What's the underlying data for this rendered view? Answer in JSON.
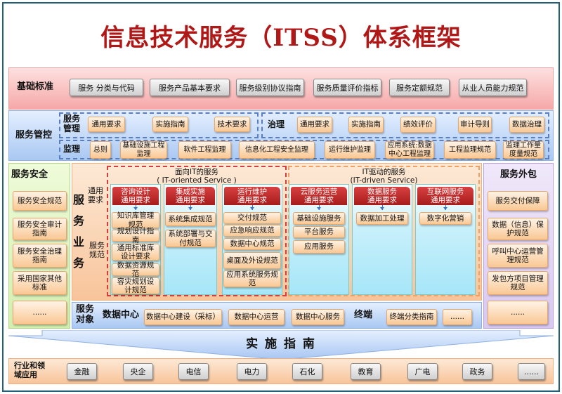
{
  "title": "信息技术服务（ITSS）体系框架",
  "foundation": {
    "label": "基础标准",
    "items": [
      "服务 分类与代码",
      "服务产品基本要求",
      "服务级别协议指南",
      "服务质量评价指标",
      "服务定额规范",
      "从业人员能力规范"
    ]
  },
  "control": {
    "label": "服务管控",
    "management": {
      "label": "服务管理",
      "items": [
        "通用要求",
        "实施指南",
        "技术要求"
      ]
    },
    "governance": {
      "label": "治理",
      "items": [
        "通用要求",
        "实施指南",
        "绩效评价",
        "审计导则",
        "数据治理"
      ]
    },
    "supervision": {
      "label": "监理",
      "items": [
        "总则",
        "基础设施工程监理",
        "软件工程监理",
        "信息化工程安全监理",
        "运行维护监理",
        "应用系统:数据中心工程监理",
        "工程监理规范",
        "监理工作量度量规范"
      ]
    }
  },
  "security": {
    "title": "服务安全",
    "items": [
      "服务安全规范",
      "服务安全审计指南",
      "服务安全治理指南",
      "采用国家其他标准",
      "......"
    ]
  },
  "business": {
    "label": "服务业务",
    "general_label": "通用要求",
    "spec_label": "服务规范",
    "it_oriented": {
      "title": "面向IT的服务",
      "subtitle": "( IT-oriented Service )",
      "columns": [
        {
          "header": "咨询设计\n通用要求",
          "items": [
            "知识库管理规范",
            "规划设计指南",
            "通用标准库设计要求",
            "数据资源规范",
            "容灾规划设计规范"
          ]
        },
        {
          "header": "集成实施\n通用要求",
          "items": [
            "系统集成规范",
            "系统部署与交付规范"
          ]
        },
        {
          "header": "运行维护\n通用要求",
          "items": [
            "交付规范",
            "应急响应规范",
            "数据中心规范",
            "桌面及外设规范",
            "应用系统服务规范"
          ]
        }
      ]
    },
    "it_driven": {
      "title": "IT驱动的服务",
      "subtitle": "(IT-driven Service)",
      "columns": [
        {
          "header": "云服务运营\n通用要求",
          "items": [
            "基础设施服务",
            "平台服务",
            "应用服务"
          ]
        },
        {
          "header": "数据服务\n通用要求",
          "items": [
            "数据加工处理"
          ]
        },
        {
          "header": "互联网服务\n通用要求",
          "items": [
            "数字化营销"
          ]
        }
      ]
    }
  },
  "objects": {
    "label": "服务对象",
    "datacenter_label": "数据中心",
    "datacenter_items": [
      "数据中心建设（采标）",
      "数据中心运营",
      "数据中心服务"
    ],
    "terminal_label": "终端",
    "terminal_items": [
      "终端分类指南",
      "......"
    ]
  },
  "outsourcing": {
    "title": "服务外包",
    "items": [
      "服务交付保障",
      "数据（信息）保护规范",
      "呼叫中心运营管理规范",
      "发包方项目管理规范",
      "......"
    ]
  },
  "guide": {
    "label": "实 施 指 南"
  },
  "industry": {
    "label": "行业和领域应用",
    "items": [
      "金融",
      "央企",
      "电信",
      "电力",
      "石化",
      "教育",
      "广电",
      "政务",
      "......"
    ]
  }
}
